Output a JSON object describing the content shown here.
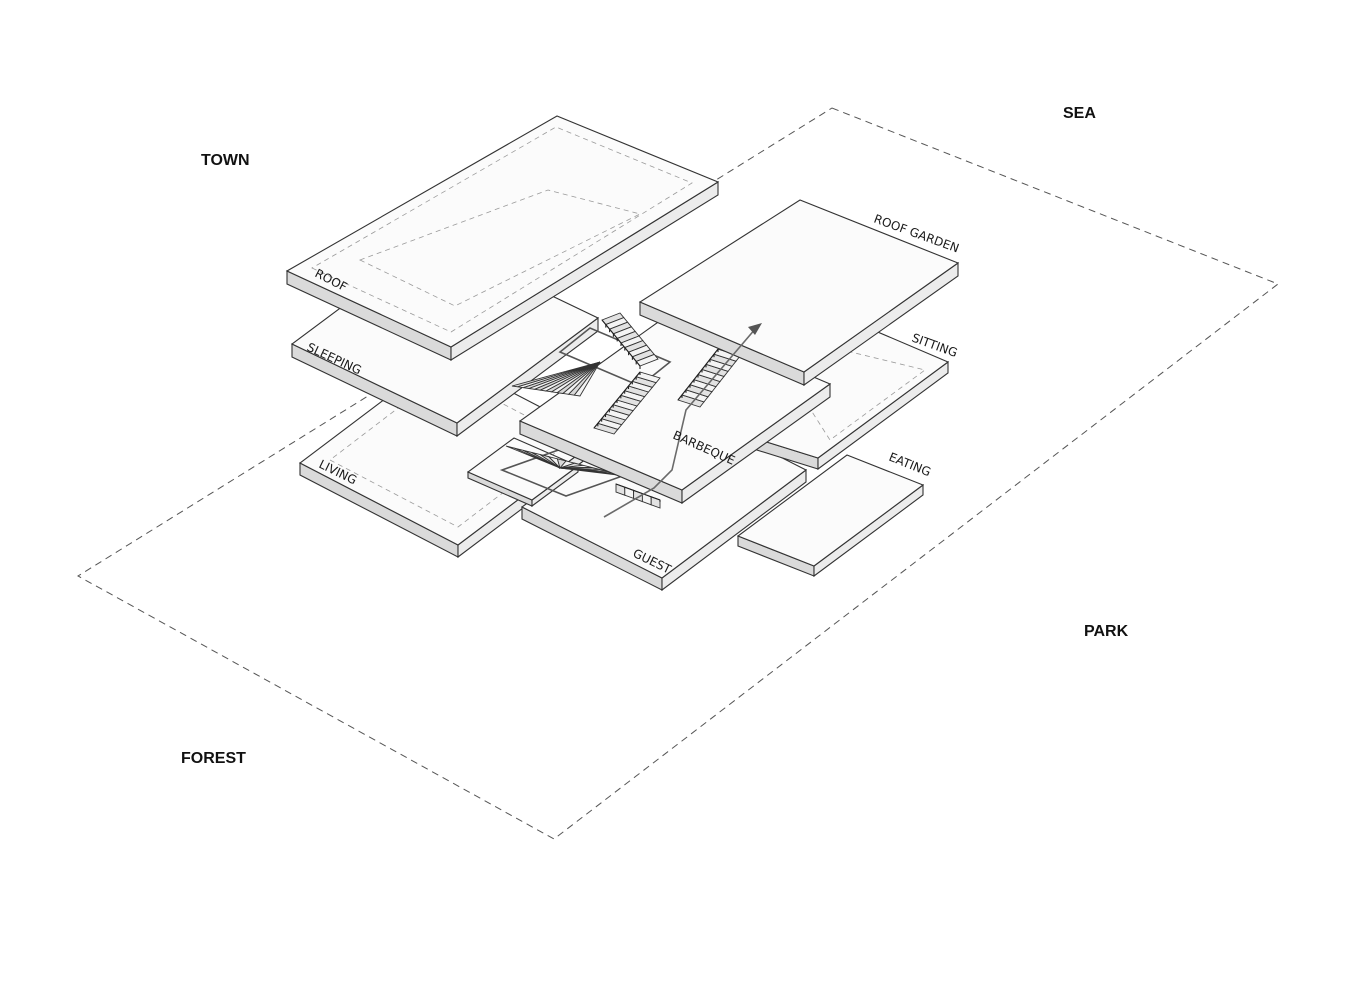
{
  "context_labels": {
    "town": "TOWN",
    "sea": "SEA",
    "park": "PARK",
    "forest": "FOREST"
  },
  "slab_labels": {
    "roof": "ROOF",
    "roof_garden": "ROOF GARDEN",
    "sleeping": "SLEEPING",
    "sitting": "SITTING",
    "barbeque": "BARBEQUE",
    "living": "LIVING",
    "eating": "EATING",
    "guest": "GUEST"
  }
}
